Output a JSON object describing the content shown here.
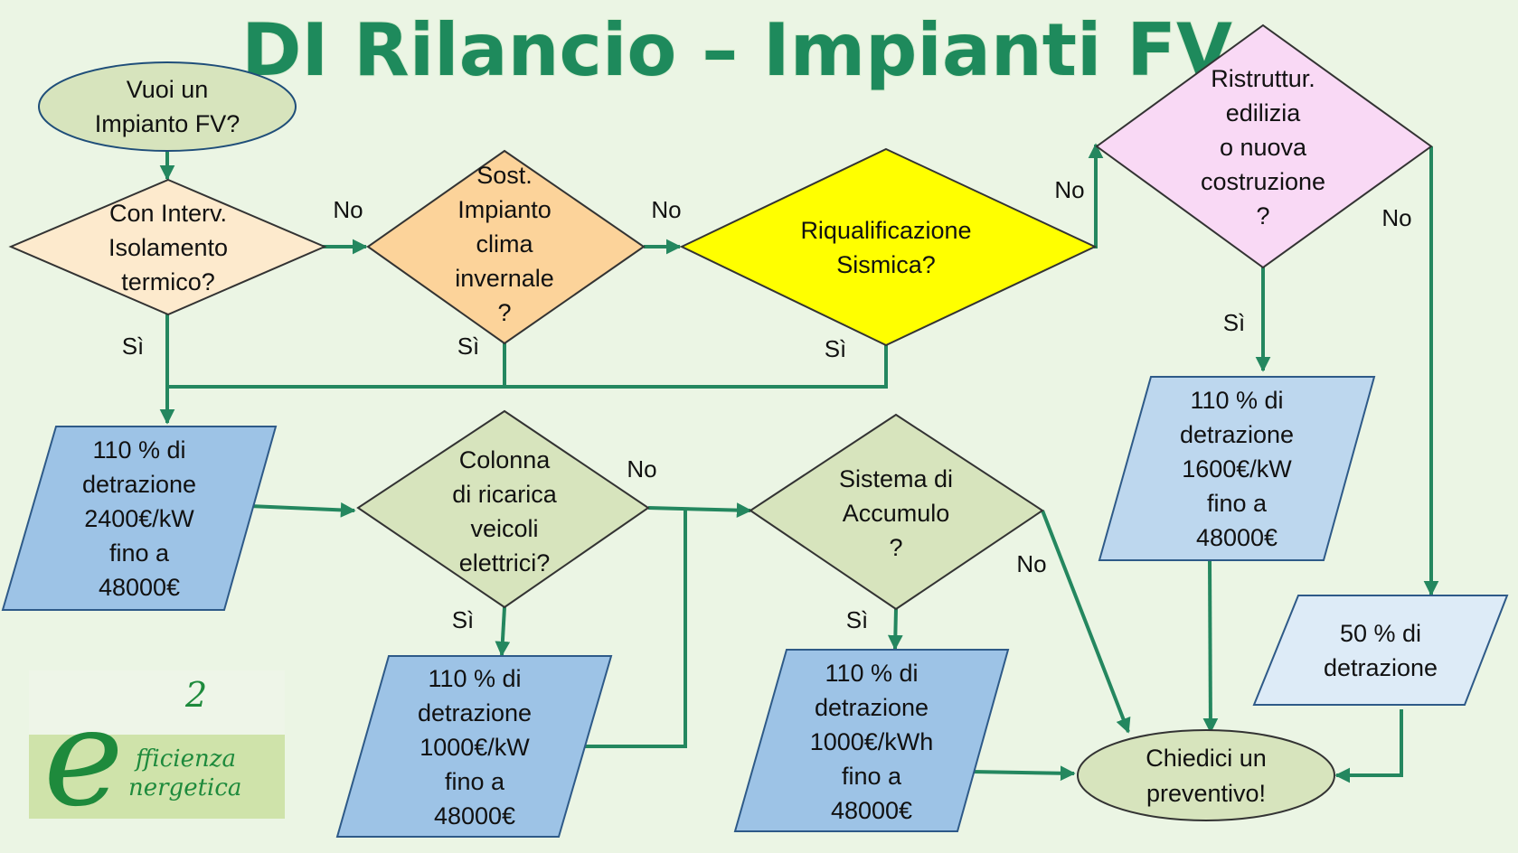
{
  "title": "DI Rilancio – Impianti FV",
  "nodes": {
    "start": [
      "Vuoi un",
      "Impianto FV?"
    ],
    "isolamento": [
      "Con Interv.",
      "Isolamento",
      "termico?"
    ],
    "clima": [
      "Sost.",
      "Impianto",
      "clima",
      "invernale",
      "?"
    ],
    "sismica": [
      "Riqualificazione",
      "Sismica?"
    ],
    "ristrutt": [
      "Ristruttur.",
      "edilizia",
      "o nuova",
      "costruzione",
      "?"
    ],
    "detr2400": [
      "110 % di",
      "detrazione",
      "2400€/kW",
      "fino a",
      "48000€"
    ],
    "ricarica": [
      "Colonna",
      "di ricarica",
      "veicoli",
      "elettrici?"
    ],
    "accumulo": [
      "Sistema di",
      "Accumulo",
      "?"
    ],
    "detr1600": [
      "110 % di",
      "detrazione",
      "1600€/kW",
      "fino a",
      "48000€"
    ],
    "detr50": [
      "50 % di",
      "detrazione"
    ],
    "detr1000kw": [
      "110 % di",
      "detrazione",
      "1000€/kW",
      "fino a",
      "48000€"
    ],
    "detr1000kwh": [
      "110 % di",
      "detrazione",
      "1000€/kWh",
      "fino a",
      "48000€"
    ],
    "preventivo": [
      "Chiedici un",
      "preventivo!"
    ]
  },
  "edge_labels": {
    "no1": "No",
    "no2": "No",
    "no3": "No",
    "no4": "No",
    "no5": "No",
    "no6": "No",
    "si1": "Sì",
    "si2": "Sì",
    "si3": "Sì",
    "si4": "Sì",
    "si5": "Sì",
    "si6": "Sì"
  },
  "logo": {
    "mark": "e",
    "superscript": "2",
    "line1": "fficienza",
    "line2": "nergetica"
  },
  "colors": {
    "background": "#ebf5e4",
    "title": "#1e8a5c",
    "connector": "#24875f",
    "oval": "#d7e4bd",
    "isolamento": "#fdeacd",
    "clima": "#fcd39a",
    "sismica": "#ffff00",
    "ristrutt": "#f9d9f5",
    "green_diamond": "#d7e4bd",
    "blue_box": "#9dc3e6",
    "light_blue_box": "#ddebf7"
  }
}
